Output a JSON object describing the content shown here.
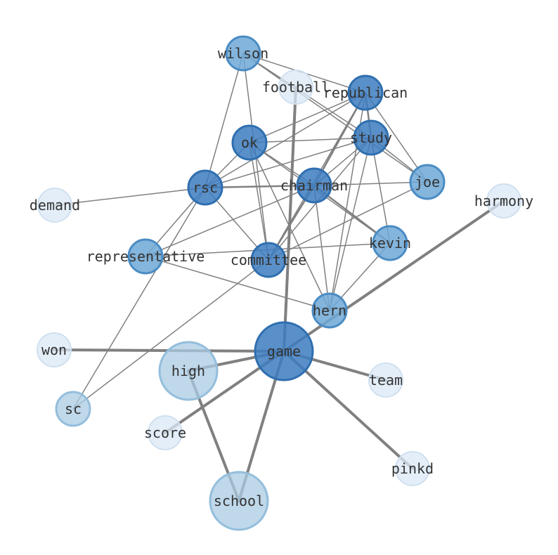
{
  "colors": {
    "edge": "#808080",
    "label": "#333333",
    "level_strong": "#3d7cc0",
    "level_mid": "#6fa8d6",
    "level_soft": "#a9cbe3",
    "level_faint": "#dbe8f5"
  },
  "nodes": [
    {
      "id": "wilson",
      "label": "wilson",
      "level": "mid"
    },
    {
      "id": "football",
      "label": "football",
      "level": "faint"
    },
    {
      "id": "republican",
      "label": "republican",
      "level": "strong"
    },
    {
      "id": "study",
      "label": "study",
      "level": "strong"
    },
    {
      "id": "ok",
      "label": "ok",
      "level": "strong"
    },
    {
      "id": "joe",
      "label": "joe",
      "level": "mid"
    },
    {
      "id": "rsc",
      "label": "rsc",
      "level": "strong"
    },
    {
      "id": "chairman",
      "label": "chairman",
      "level": "strong"
    },
    {
      "id": "demand",
      "label": "demand",
      "level": "faint"
    },
    {
      "id": "harmony",
      "label": "harmony",
      "level": "faint"
    },
    {
      "id": "kevin",
      "label": "kevin",
      "level": "mid"
    },
    {
      "id": "representative",
      "label": "representative",
      "level": "mid"
    },
    {
      "id": "committee",
      "label": "committee",
      "level": "strong"
    },
    {
      "id": "hern",
      "label": "hern",
      "level": "mid"
    },
    {
      "id": "game",
      "label": "game",
      "level": "strong"
    },
    {
      "id": "won",
      "label": "won",
      "level": "faint"
    },
    {
      "id": "high",
      "label": "high",
      "level": "soft"
    },
    {
      "id": "team",
      "label": "team",
      "level": "faint"
    },
    {
      "id": "sc",
      "label": "sc",
      "level": "soft"
    },
    {
      "id": "score",
      "label": "score",
      "level": "faint"
    },
    {
      "id": "pinkd",
      "label": "pinkd",
      "level": "faint"
    },
    {
      "id": "school",
      "label": "school",
      "level": "soft"
    }
  ],
  "edges": [
    {
      "source": "wilson",
      "target": "republican",
      "weight": "light"
    },
    {
      "source": "wilson",
      "target": "study",
      "weight": "light"
    },
    {
      "source": "wilson",
      "target": "joe",
      "weight": "light"
    },
    {
      "source": "wilson",
      "target": "rsc",
      "weight": "light"
    },
    {
      "source": "wilson",
      "target": "committee",
      "weight": "light"
    },
    {
      "source": "republican",
      "target": "ok",
      "weight": "light"
    },
    {
      "source": "republican",
      "target": "rsc",
      "weight": "light"
    },
    {
      "source": "republican",
      "target": "chairman",
      "weight": "medium"
    },
    {
      "source": "republican",
      "target": "study",
      "weight": "medium"
    },
    {
      "source": "republican",
      "target": "joe",
      "weight": "light"
    },
    {
      "source": "republican",
      "target": "committee",
      "weight": "light"
    },
    {
      "source": "republican",
      "target": "hern",
      "weight": "light"
    },
    {
      "source": "study",
      "target": "ok",
      "weight": "light"
    },
    {
      "source": "study",
      "target": "rsc",
      "weight": "light"
    },
    {
      "source": "study",
      "target": "chairman",
      "weight": "light"
    },
    {
      "source": "study",
      "target": "joe",
      "weight": "light"
    },
    {
      "source": "study",
      "target": "committee",
      "weight": "light"
    },
    {
      "source": "study",
      "target": "kevin",
      "weight": "light"
    },
    {
      "source": "study",
      "target": "hern",
      "weight": "light"
    },
    {
      "source": "ok",
      "target": "rsc",
      "weight": "light"
    },
    {
      "source": "ok",
      "target": "chairman",
      "weight": "light"
    },
    {
      "source": "ok",
      "target": "committee",
      "weight": "light"
    },
    {
      "source": "ok",
      "target": "kevin",
      "weight": "light"
    },
    {
      "source": "ok",
      "target": "hern",
      "weight": "light"
    },
    {
      "source": "rsc",
      "target": "chairman",
      "weight": "medium"
    },
    {
      "source": "rsc",
      "target": "committee",
      "weight": "light"
    },
    {
      "source": "rsc",
      "target": "demand",
      "weight": "light"
    },
    {
      "source": "rsc",
      "target": "representative",
      "weight": "light"
    },
    {
      "source": "rsc",
      "target": "sc",
      "weight": "light"
    },
    {
      "source": "chairman",
      "target": "joe",
      "weight": "light"
    },
    {
      "source": "chairman",
      "target": "kevin",
      "weight": "medium"
    },
    {
      "source": "chairman",
      "target": "committee",
      "weight": "medium"
    },
    {
      "source": "chairman",
      "target": "hern",
      "weight": "light"
    },
    {
      "source": "chairman",
      "target": "representative",
      "weight": "light"
    },
    {
      "source": "joe",
      "target": "committee",
      "weight": "light"
    },
    {
      "source": "kevin",
      "target": "hern",
      "weight": "light"
    },
    {
      "source": "kevin",
      "target": "representative",
      "weight": "light"
    },
    {
      "source": "representative",
      "target": "hern",
      "weight": "light"
    },
    {
      "source": "committee",
      "target": "sc",
      "weight": "light"
    },
    {
      "source": "football",
      "target": "game",
      "weight": "heavy"
    },
    {
      "source": "harmony",
      "target": "game",
      "weight": "heavy"
    },
    {
      "source": "game",
      "target": "won",
      "weight": "heavy"
    },
    {
      "source": "game",
      "target": "high",
      "weight": "heavy"
    },
    {
      "source": "game",
      "target": "team",
      "weight": "heavy"
    },
    {
      "source": "game",
      "target": "score",
      "weight": "heavy"
    },
    {
      "source": "game",
      "target": "pinkd",
      "weight": "heavy"
    },
    {
      "source": "game",
      "target": "school",
      "weight": "heavy"
    },
    {
      "source": "high",
      "target": "school",
      "weight": "heavy"
    }
  ]
}
